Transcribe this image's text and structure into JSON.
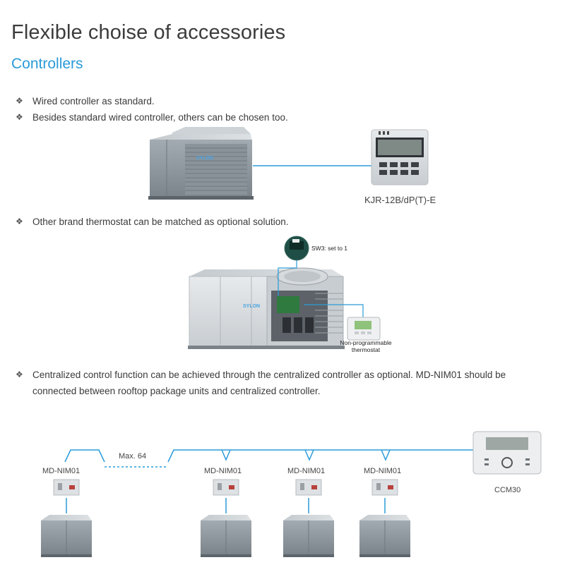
{
  "title": "Flexible choise of accessories",
  "subtitle": "Controllers",
  "bullets": {
    "b1": "Wired controller as standard.",
    "b2": "Besides standard wired controller, others can be chosen too.",
    "b3": "Other brand thermostat can be matched as optional solution.",
    "b4_line1": "Centralized control function can be achieved through the centralized controller as optional. MD-NIM01 should be",
    "b4_line2": "connected between rooftop package units and centralized controller."
  },
  "bullet_glyph": "❖",
  "section1": {
    "controller_model": "KJR-12B/dP(T)-E",
    "unit_brand": "SYLON"
  },
  "section2": {
    "switch_note": "SW3: set to 1",
    "thermostat_label_line1": "Non-programmable",
    "thermostat_label_line2": "thermostat",
    "unit_brand": "SYLON"
  },
  "section3": {
    "max_label": "Max. 64",
    "module_label": "MD-NIM01",
    "central_controller": "CCM30"
  },
  "colors": {
    "accent_blue": "#2a9bd8",
    "unit_gray": "#8e979e"
  }
}
